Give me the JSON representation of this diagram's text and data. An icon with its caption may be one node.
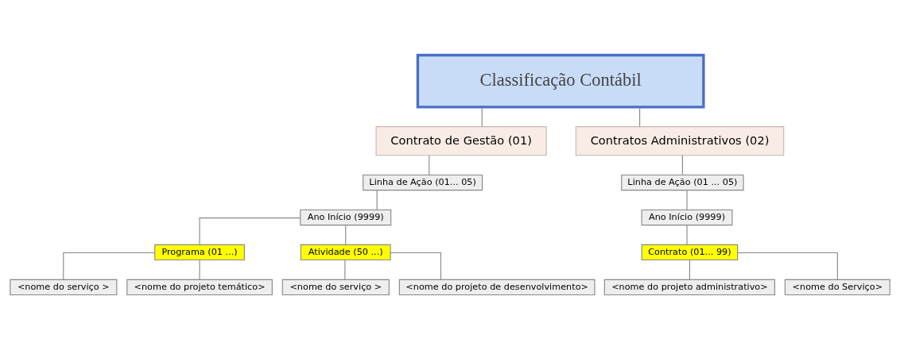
{
  "diagram": {
    "nodes": [
      {
        "text": [
          "Classificação Contábil"
        ]
      },
      {
        "text": [
          "Contrato de Gestão (01)"
        ]
      },
      {
        "text": [
          "Linha de Ação (01... 05)"
        ]
      },
      {
        "text": [
          "Ano Início (9999)"
        ]
      },
      {
        "text": [
          "Programa (01 ...)"
        ]
      },
      {
        "text": [
          "<nome do serviço >"
        ]
      },
      {
        "text": [
          "<nome do projeto temático>"
        ]
      },
      {
        "text": [
          "Atividade (50 ...)"
        ]
      },
      {
        "text": [
          "<nome do serviço >"
        ]
      },
      {
        "text": [
          "<nome do projeto de desenvolvimento>"
        ]
      },
      {
        "text": [
          "Contratos Administrativos (02)"
        ]
      },
      {
        "text": [
          "Linha de Ação (01 ... 05)"
        ]
      },
      {
        "text": [
          "Ano Início (9999)"
        ]
      },
      {
        "text": [
          "Contrato (01... 99)"
        ]
      },
      {
        "text": [
          "<nome do projeto administrativo>"
        ]
      },
      {
        "text": [
          "<nome do Serviço>"
        ]
      }
    ],
    "edges": [
      {
        "from": 0,
        "to": 1,
        "arrow": "none"
      },
      {
        "from": 0,
        "to": 10,
        "arrow": "none"
      },
      {
        "from": 1,
        "to": 2,
        "arrow": "none"
      },
      {
        "from": 2,
        "to": 3,
        "arrow": "none"
      },
      {
        "from": 3,
        "to": 4,
        "arrow": "none"
      },
      {
        "from": 3,
        "to": 7,
        "arrow": "none"
      },
      {
        "from": 4,
        "to": 5,
        "arrow": "none"
      },
      {
        "from": 4,
        "to": 6,
        "arrow": "none"
      },
      {
        "from": 7,
        "to": 8,
        "arrow": "none"
      },
      {
        "from": 7,
        "to": 9,
        "arrow": "none"
      },
      {
        "from": 10,
        "to": 11,
        "arrow": "none"
      },
      {
        "from": 11,
        "to": 12,
        "arrow": "none"
      },
      {
        "from": 12,
        "to": 13,
        "arrow": "none"
      },
      {
        "from": 13,
        "to": 14,
        "arrow": "none"
      },
      {
        "from": 13,
        "to": 15,
        "arrow": "none"
      }
    ]
  }
}
